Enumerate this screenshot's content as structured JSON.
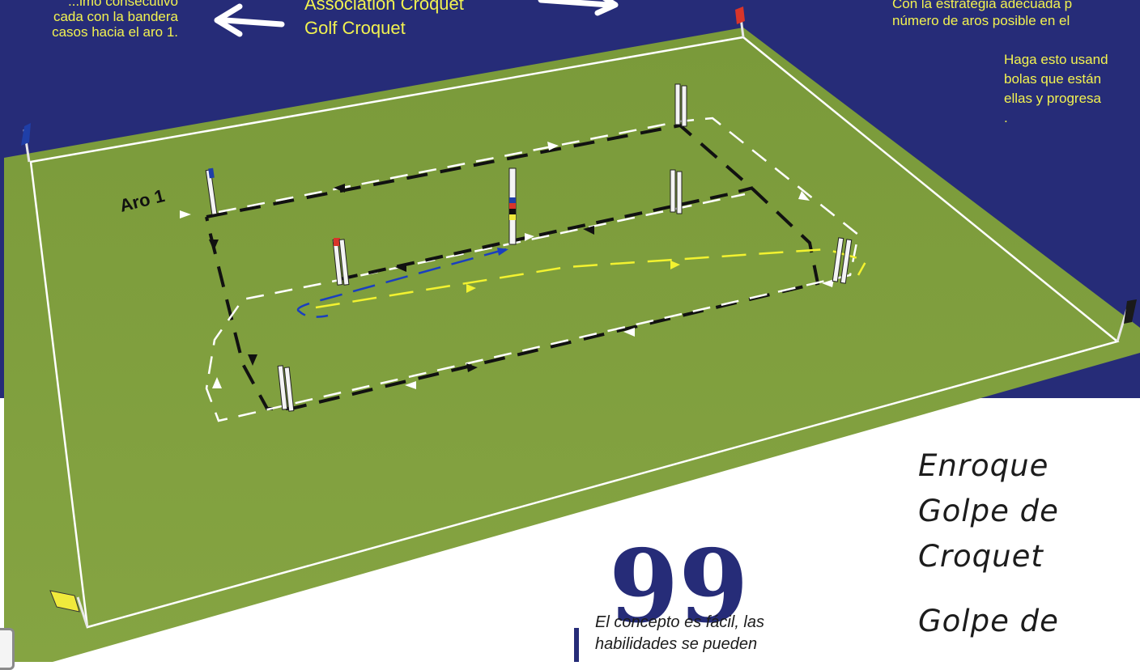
{
  "header": {
    "left_lines": [
      "...imo consecutivo",
      "cada con la bandera",
      "casos hacia el aro 1."
    ],
    "center_lines": [
      "Association Croquet",
      "Golf Croquet"
    ],
    "right_lines": [
      "Con la estrategia adecuada p",
      "número de aros posible en el"
    ],
    "right_lines2": [
      "Haga esto usand",
      "bolas que están",
      "ellas y progresa",
      "."
    ]
  },
  "diagram": {
    "hoop_label": "Aro 1",
    "colors": {
      "background_band": "#262c78",
      "lawn": "#7e9c3c",
      "text_yellow": "#f2f250",
      "path_black": "#111111",
      "path_white": "#ffffff",
      "path_yellow": "#f2f230",
      "path_blue": "#1a3fbf",
      "flag_blue": "#1f3fa8",
      "flag_red": "#d8352a",
      "flag_black": "#1a1a1a",
      "flag_yellow": "#f0ea3c"
    }
  },
  "shots": [
    "Enroque",
    "Golpe de",
    "Croquet",
    "Golpe de"
  ],
  "quote": {
    "mark": "99",
    "lines": [
      "El concepto es fácil, las",
      "habilidades se pueden"
    ]
  }
}
